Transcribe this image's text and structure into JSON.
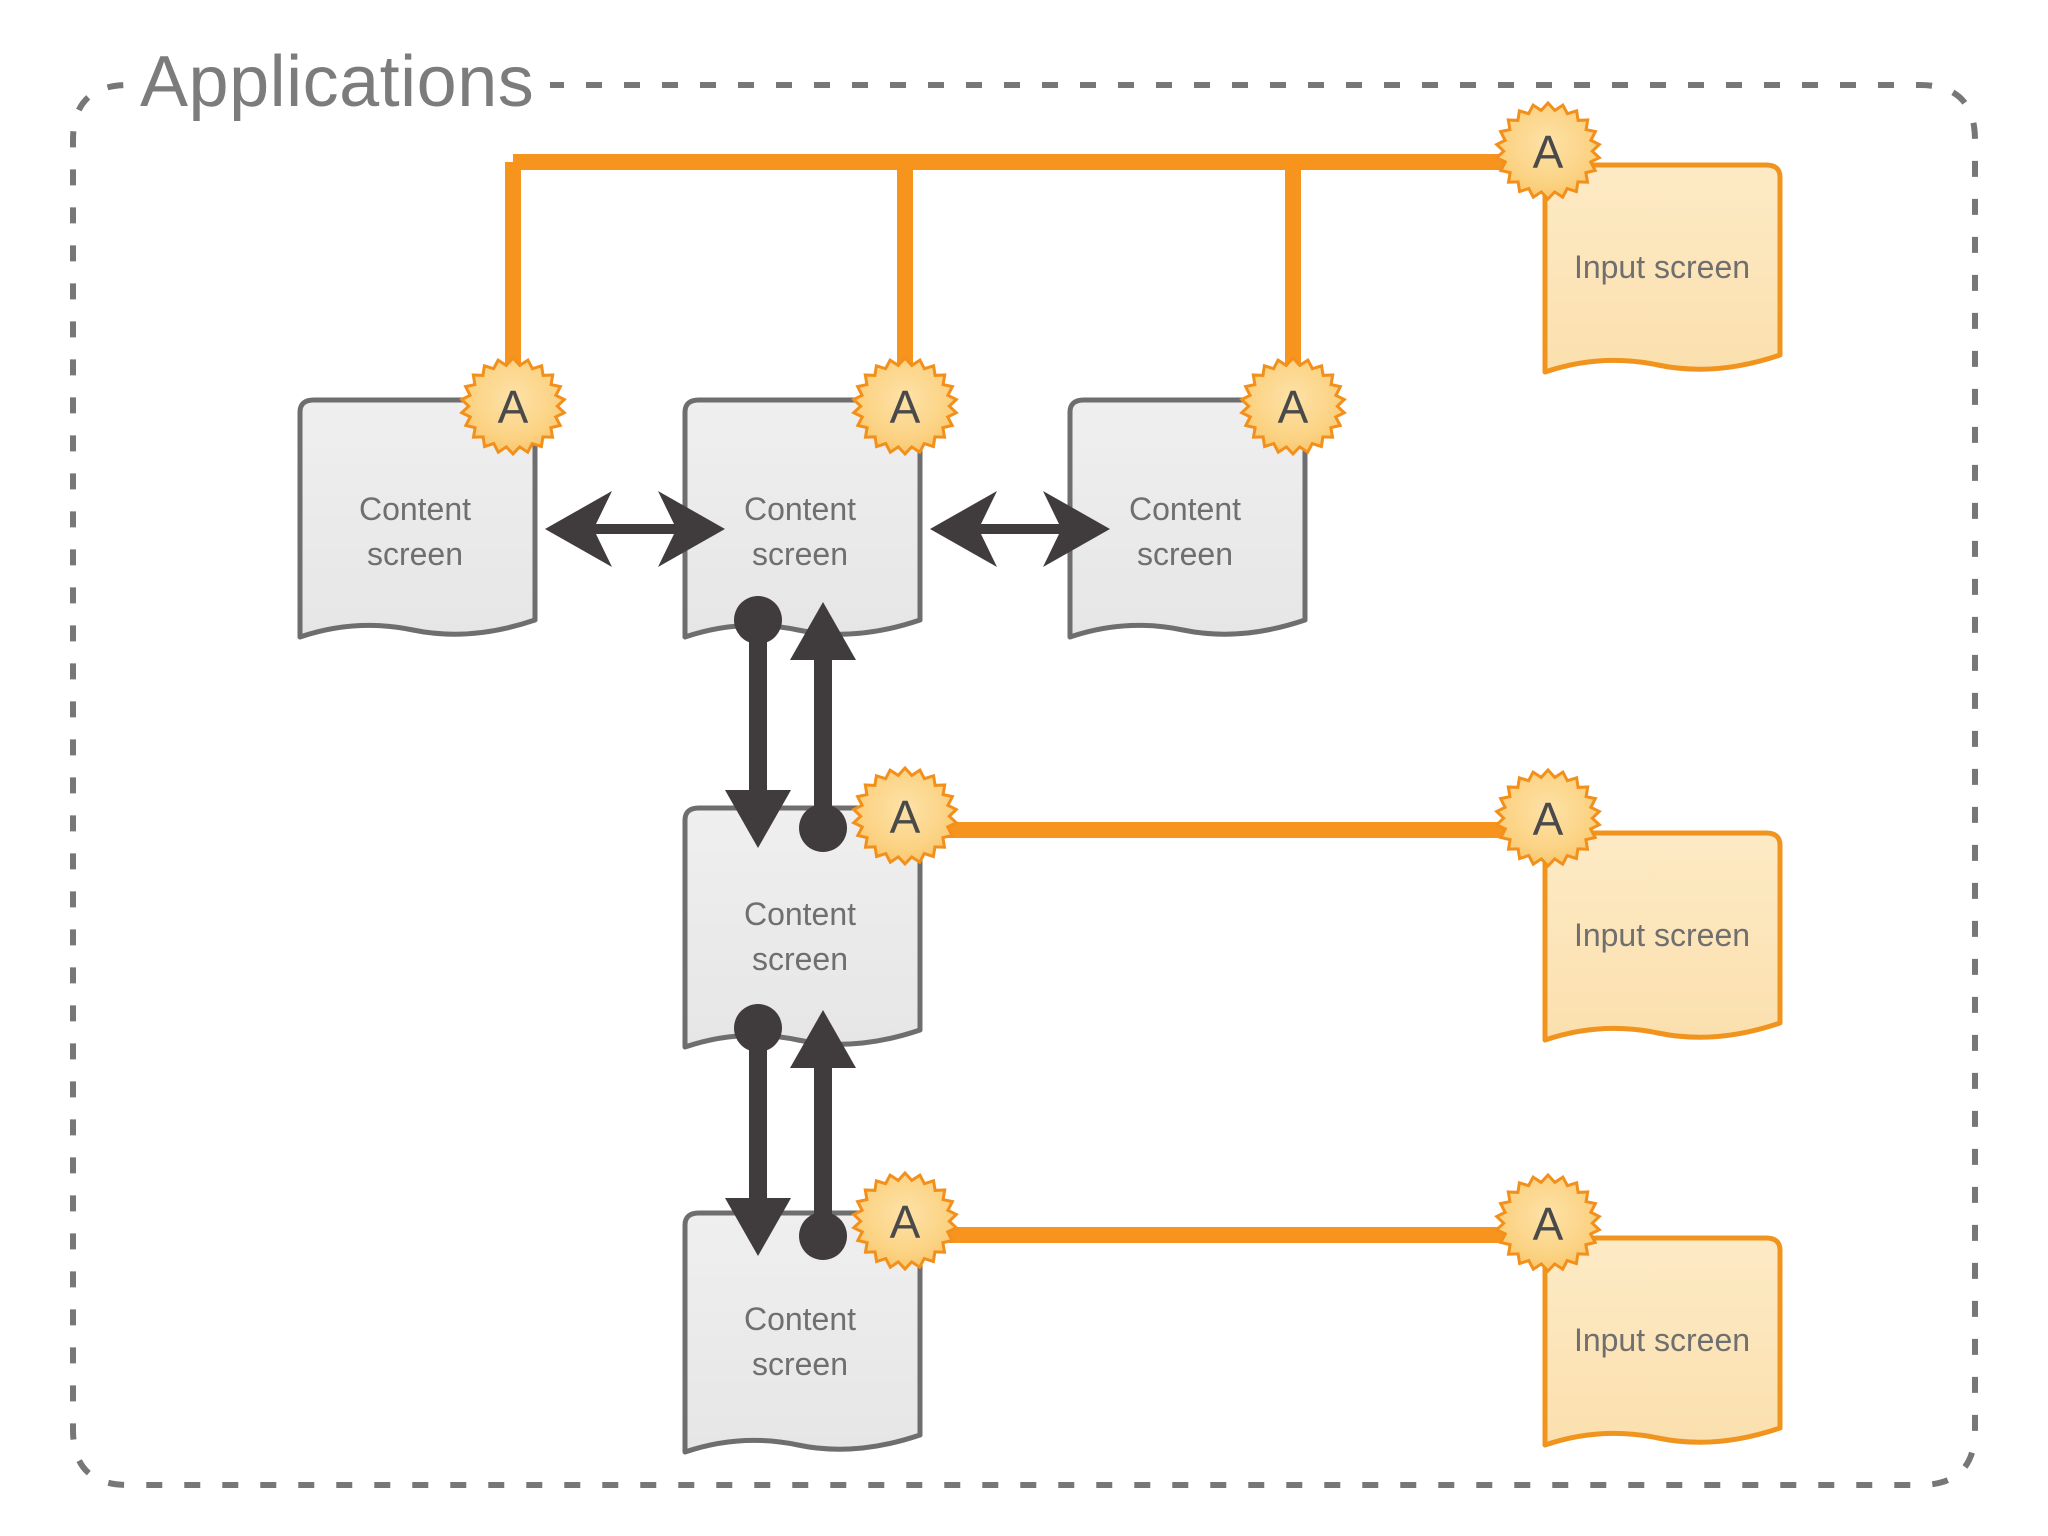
{
  "group": {
    "title": "Applications",
    "border_style": "dashed",
    "border_color": "#777777"
  },
  "colors": {
    "connector_orange": "#F7941E",
    "content_screen_fill": "#ECECEC",
    "content_screen_stroke": "#6E6E6E",
    "input_screen_fill": "#FCE5BA",
    "input_screen_stroke": "#F0941E",
    "badge_fill": "#FBD282",
    "badge_stroke": "#F2901B",
    "badge_text": "#4a4a4a",
    "arrow_dark": "#403C3E",
    "label_text": "#6f6f6f"
  },
  "screens": [
    {
      "id": "content-1",
      "type": "content",
      "line1": "Content",
      "line2": "screen",
      "row": "top",
      "col": 1,
      "badge": "A"
    },
    {
      "id": "content-2",
      "type": "content",
      "line1": "Content",
      "line2": "screen",
      "row": "top",
      "col": 2,
      "badge": "A"
    },
    {
      "id": "content-3",
      "type": "content",
      "line1": "Content",
      "line2": "screen",
      "row": "top",
      "col": 3,
      "badge": "A"
    },
    {
      "id": "content-4",
      "type": "content",
      "line1": "Content",
      "line2": "screen",
      "row": "middle",
      "col": 2,
      "badge": "A"
    },
    {
      "id": "content-5",
      "type": "content",
      "line1": "Content",
      "line2": "screen",
      "row": "bottom",
      "col": 2,
      "badge": "A"
    },
    {
      "id": "input-1",
      "type": "input",
      "line1": "Input screen",
      "line2": "",
      "row": "top",
      "col": 4,
      "badge": "A"
    },
    {
      "id": "input-2",
      "type": "input",
      "line1": "Input screen",
      "line2": "",
      "row": "middle",
      "col": 4,
      "badge": "A"
    },
    {
      "id": "input-3",
      "type": "input",
      "line1": "Input screen",
      "line2": "",
      "row": "bottom",
      "col": 4,
      "badge": "A"
    }
  ],
  "badges": {
    "letter": "A",
    "count": 8,
    "shape": "starburst"
  },
  "connectors": {
    "orange_bus": {
      "description": "horizontal trunk with three downward branches joining the three top content screens to the first input screen",
      "branch_count": 3
    },
    "orange_links": [
      {
        "from": "content-4",
        "to": "input-2"
      },
      {
        "from": "content-5",
        "to": "input-3"
      }
    ],
    "bidirectional_arrows": [
      {
        "from": "content-1",
        "to": "content-2"
      },
      {
        "from": "content-2",
        "to": "content-3"
      }
    ],
    "vertical_pairs": [
      {
        "down_from": "content-2",
        "down_to": "content-4",
        "up_from": "content-4",
        "up_to": "content-2"
      },
      {
        "down_from": "content-4",
        "down_to": "content-5",
        "up_from": "content-5",
        "up_to": "content-4"
      }
    ]
  }
}
